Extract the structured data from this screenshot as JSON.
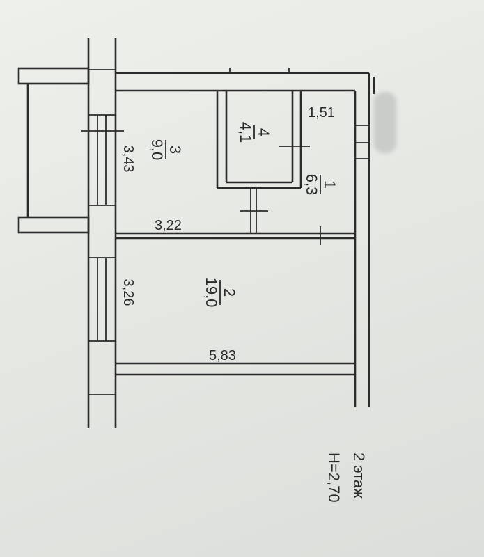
{
  "rooms": [
    {
      "number": "1",
      "area": "6,3"
    },
    {
      "number": "2",
      "area": "19,0"
    },
    {
      "number": "3",
      "area": "9,0"
    },
    {
      "number": "4",
      "area": "4,1"
    }
  ],
  "dimensions": {
    "top_right": "1,51",
    "left_upper": "3,43",
    "middle": "3,22",
    "left_lower": "3,26",
    "bottom": "5,83"
  },
  "floor": {
    "label": "2 этаж",
    "height": "H=2,70"
  },
  "colors": {
    "paper": "#eceeea",
    "ink": "#2b2b2b",
    "redacted": "#c9ccc8"
  }
}
